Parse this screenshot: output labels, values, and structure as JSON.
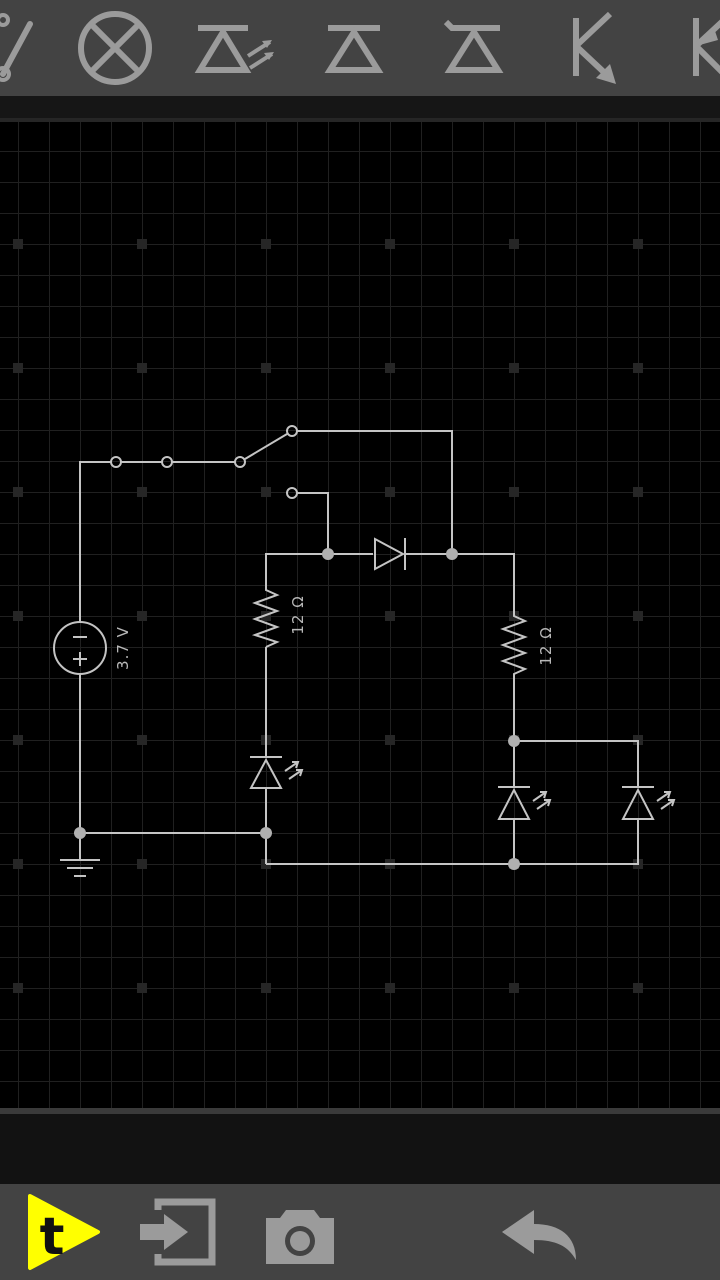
{
  "app": {
    "accent_color": "#ffff00",
    "toolbar_color": "#434343",
    "canvas_color": "#000000",
    "wire_color": "#c8c8c8"
  },
  "toolbar": {
    "tools": [
      {
        "name": "wire-tool",
        "icon": "wire-icon"
      },
      {
        "name": "lamp-tool",
        "icon": "lamp-icon"
      },
      {
        "name": "led-tool",
        "icon": "led-icon"
      },
      {
        "name": "diode-tool",
        "icon": "diode-icon"
      },
      {
        "name": "zener-diode-tool",
        "icon": "zener-diode-icon"
      },
      {
        "name": "npn-transistor-tool",
        "icon": "npn-transistor-icon"
      },
      {
        "name": "pnp-transistor-tool",
        "icon": "pnp-transistor-icon"
      }
    ]
  },
  "circuit": {
    "battery_label": "3.7 V",
    "resistor_left_label": "12 Ω",
    "resistor_right_label": "12 Ω"
  },
  "bottom_bar": {
    "logo_letter": "t",
    "logo_icon": "logo-icon",
    "export_icon": "export-icon",
    "camera_icon": "camera-icon",
    "undo_icon": "undo-icon"
  }
}
